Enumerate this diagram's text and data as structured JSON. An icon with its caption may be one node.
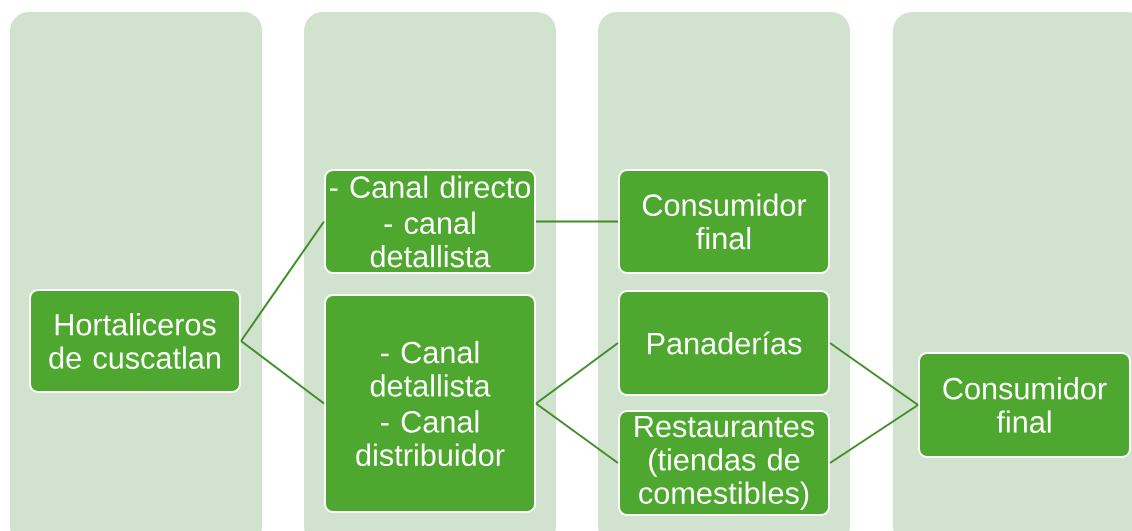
{
  "diagram": {
    "nodes": [
      {
        "text": [],
        "shape": "box"
      },
      {
        "text": [
          "Hortaliceros de cuscatlan"
        ],
        "in": 0
      },
      {
        "text": [],
        "shape": "box"
      },
      {
        "text": [
          "- Canal directo",
          "- canal detallista"
        ],
        "in": 2
      },
      {
        "text": [
          "- Canal detallista",
          "- Canal distribuidor"
        ],
        "in": 2
      },
      {
        "text": [],
        "shape": "box"
      },
      {
        "text": [
          "Consumidor final"
        ],
        "in": 5
      },
      {
        "text": [
          "Panaderías"
        ],
        "in": 5
      },
      {
        "text": [
          "Restaurantes (tiendas de comestibles)"
        ],
        "in": 5
      },
      {
        "text": [],
        "shape": "box"
      },
      {
        "text": [
          "Consumidor final"
        ],
        "in": 9
      }
    ],
    "edges": [
      {
        "from": 1,
        "to": 3,
        "arrow": "none"
      },
      {
        "from": 1,
        "to": 4,
        "arrow": "none"
      },
      {
        "from": 3,
        "to": 6,
        "arrow": "none"
      },
      {
        "from": 4,
        "to": 7,
        "arrow": "none"
      },
      {
        "from": 4,
        "to": 8,
        "arrow": "none"
      },
      {
        "from": 7,
        "to": 10,
        "arrow": "none"
      },
      {
        "from": 8,
        "to": 10,
        "arrow": "none"
      }
    ]
  }
}
